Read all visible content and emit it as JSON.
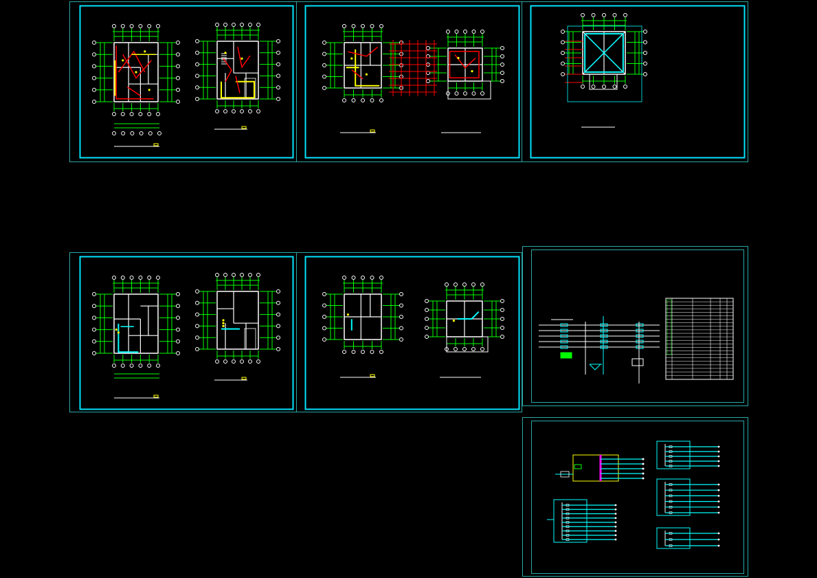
{
  "viewport": {
    "background": "#000000"
  },
  "colors": {
    "frame_outer": "#2aa7a7",
    "frame_inner": "#00e5ff",
    "dim_green": "#00ff00",
    "wall_white": "#ffffff",
    "wire_red": "#ff0000",
    "wire_yellow": "#ffff00",
    "wire_cyan": "#00ffff",
    "busbar_magenta": "#ff00ff"
  },
  "sheets": [
    {
      "id": "sheet-1",
      "kind": "floor-plans-pair",
      "wiring": "power"
    },
    {
      "id": "sheet-2",
      "kind": "floor-plans-pair",
      "wiring": "power"
    },
    {
      "id": "sheet-3",
      "kind": "roof-plan",
      "wiring": "lightning"
    },
    {
      "id": "sheet-4",
      "kind": "floor-plans-pair",
      "wiring": "weak-current"
    },
    {
      "id": "sheet-5",
      "kind": "floor-plans-pair",
      "wiring": "weak-current"
    },
    {
      "id": "sheet-6",
      "kind": "system-diagram",
      "wiring": "schematic"
    },
    {
      "id": "sheet-7",
      "kind": "distribution-diagram",
      "wiring": "schematic"
    }
  ],
  "icons": {
    "cursor": "none"
  }
}
